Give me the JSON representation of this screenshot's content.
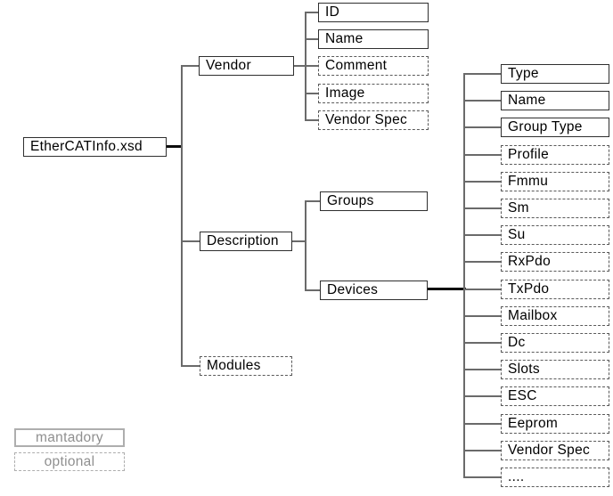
{
  "nodes": {
    "root": {
      "label": "EtherCATInfo.xsd",
      "style": "mandatory"
    },
    "vendor": {
      "label": "Vendor",
      "style": "mandatory"
    },
    "vendor_children": [
      {
        "label": "ID",
        "style": "mandatory"
      },
      {
        "label": "Name",
        "style": "mandatory"
      },
      {
        "label": "Comment",
        "style": "optional"
      },
      {
        "label": "Image",
        "style": "optional"
      },
      {
        "label": "Vendor Spec",
        "style": "optional"
      }
    ],
    "description": {
      "label": "Description",
      "style": "mandatory"
    },
    "groups": {
      "label": "Groups",
      "style": "mandatory"
    },
    "devices": {
      "label": "Devices",
      "style": "mandatory"
    },
    "devices_children": [
      {
        "label": "Type",
        "style": "mandatory"
      },
      {
        "label": "Name",
        "style": "mandatory"
      },
      {
        "label": "Group Type",
        "style": "mandatory"
      },
      {
        "label": "Profile",
        "style": "optional"
      },
      {
        "label": "Fmmu",
        "style": "optional"
      },
      {
        "label": "Sm",
        "style": "optional"
      },
      {
        "label": "Su",
        "style": "optional"
      },
      {
        "label": "RxPdo",
        "style": "optional"
      },
      {
        "label": "TxPdo",
        "style": "optional"
      },
      {
        "label": "Mailbox",
        "style": "optional"
      },
      {
        "label": "Dc",
        "style": "optional"
      },
      {
        "label": "Slots",
        "style": "optional"
      },
      {
        "label": "ESC",
        "style": "optional"
      },
      {
        "label": "Eeprom",
        "style": "optional"
      },
      {
        "label": "Vendor Spec",
        "style": "optional"
      },
      {
        "label": "....",
        "style": "optional"
      }
    ],
    "modules": {
      "label": "Modules",
      "style": "optional"
    }
  },
  "legend": {
    "mandatory_label": "mantadory",
    "optional_label": "optional"
  },
  "colors": {
    "background": "#ffffff",
    "text": "#000000",
    "solid_node_border": "#2f2f2f",
    "dashed_node_border": "#5a5a5a",
    "connector_line": "#6a6a6a",
    "emphasis_line": "#0d0d0d",
    "legend_border": "#aeaeae",
    "legend_text": "#8f8f8f"
  }
}
